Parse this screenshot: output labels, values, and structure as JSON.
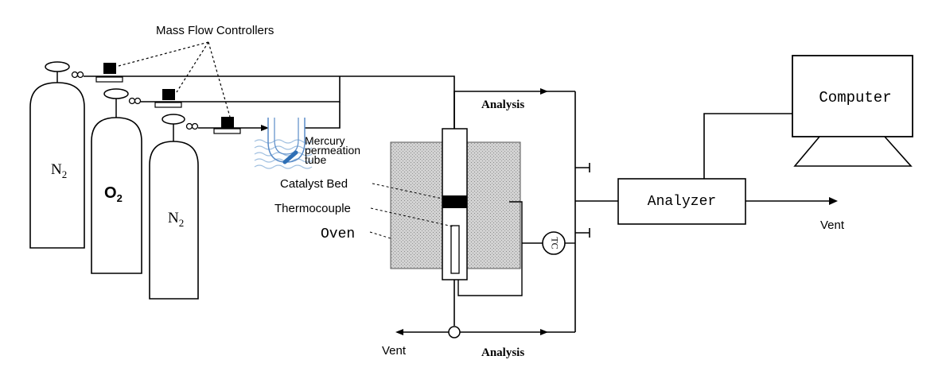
{
  "labels": {
    "mass_flow_controllers": "Mass Flow Controllers",
    "cylinder_1": "N",
    "cylinder_1_sub": "2",
    "cylinder_2": "O",
    "cylinder_2_sub": "2",
    "cylinder_3": "N",
    "cylinder_3_sub": "2",
    "mercury_line1": "Mercury",
    "mercury_line2": "permeation",
    "mercury_line3": "tube",
    "catalyst_bed": "Catalyst Bed",
    "thermocouple": "Thermocouple",
    "oven": "Oven",
    "tc": "TC",
    "analysis_top": "Analysis",
    "analysis_bottom": "Analysis",
    "vent_bottom": "Vent",
    "vent_right": "Vent",
    "analyzer": "Analyzer",
    "computer": "Computer"
  },
  "colors": {
    "line": "#000000",
    "oven_fill": "#c8c8c8",
    "mercury_tube": "#2e6fb5",
    "mercury_waves": "#9fbfe0"
  }
}
